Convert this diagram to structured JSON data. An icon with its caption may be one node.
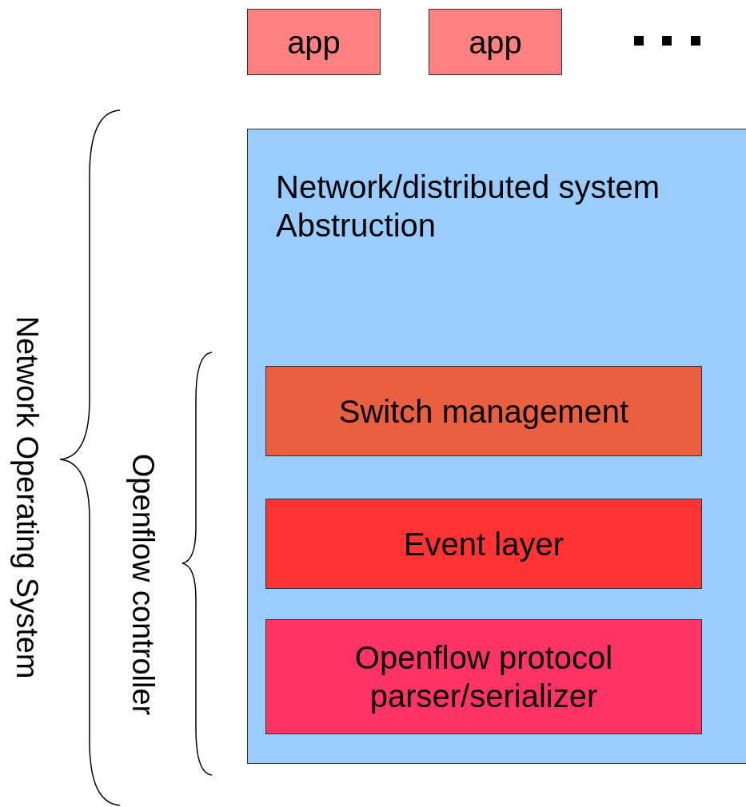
{
  "diagram": {
    "nodes": [
      {
        "text": [
          "app"
        ]
      },
      {
        "text": [
          "app"
        ]
      },
      {
        "text": [
          "Network/distributed system Abstruction"
        ]
      },
      {
        "text": [
          "Switch management"
        ],
        "in": 2
      },
      {
        "text": [
          "Event layer"
        ],
        "in": 2
      },
      {
        "text": [
          "Openflow protocol parser/serializer"
        ],
        "in": 2
      }
    ],
    "edges": [],
    "labels": [
      "Network Operating System",
      "Openflow controller"
    ]
  }
}
